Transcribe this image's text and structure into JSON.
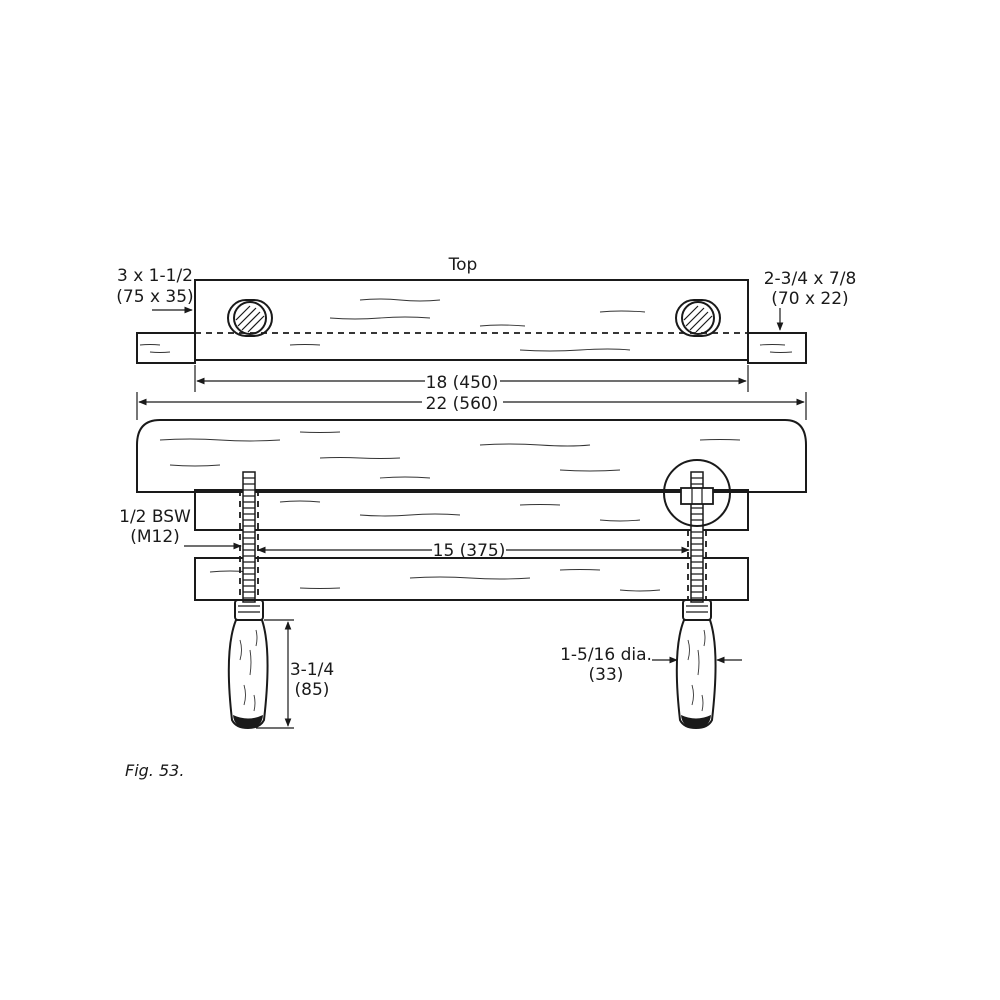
{
  "labels": {
    "top_view": "Top",
    "left_stock_imperial": "3 x 1-1/2",
    "left_stock_metric": "(75 x 35)",
    "right_stock_imperial": "2-3/4 x 7/8",
    "right_stock_metric": "(70 x 22)",
    "inner_length": "18 (450)",
    "overall_length": "22 (560)",
    "thread_imperial": "1/2 BSW",
    "thread_metric": "(M12)",
    "screw_spacing": "15 (375)",
    "handle_length_imperial": "3-1/4",
    "handle_length_metric": "(85)",
    "handle_dia_imperial": "1-5/16 dia.",
    "handle_dia_metric": "(33)"
  },
  "caption": "Fig. 53."
}
